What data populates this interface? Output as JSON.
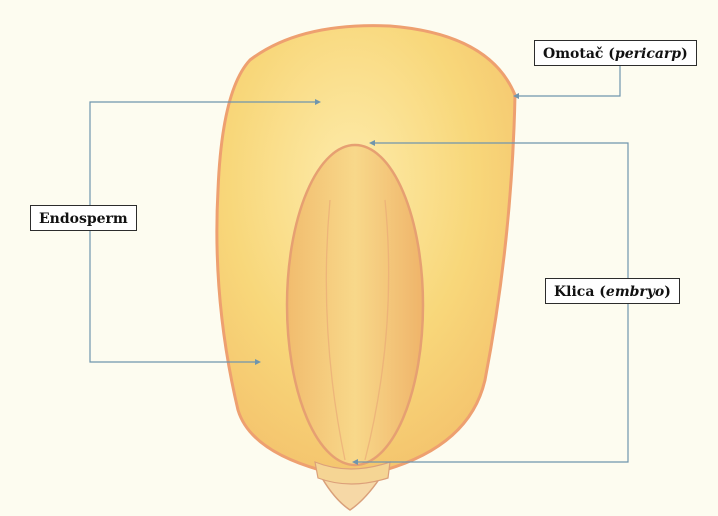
{
  "labels": {
    "pericarp": {
      "text": "Omotač (",
      "italic": "pericarp",
      "suffix": ")"
    },
    "endosperm": {
      "text": "Endosperm"
    },
    "embryo": {
      "text": "Klica (",
      "italic": "embryo",
      "suffix": ")"
    }
  },
  "colors": {
    "background": "#fdfcf0",
    "kernel_fill": "#f8dc82",
    "kernel_edge": "#eea070",
    "embryo_fill": "#f4c878",
    "leader_line": "#6f95ad"
  }
}
